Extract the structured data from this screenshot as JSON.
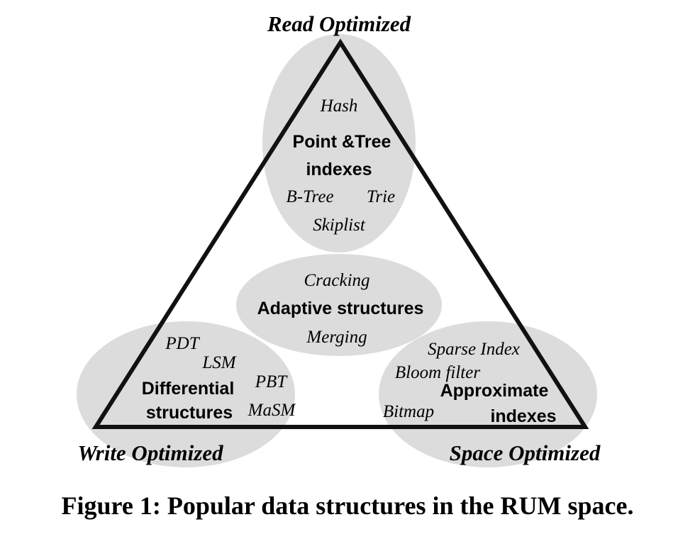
{
  "colors": {
    "ellipse_fill": "#dcdcdc",
    "triangle_stroke": "#111111",
    "text": "#000000"
  },
  "corners": {
    "read": "Read Optimized",
    "write": "Write Optimized",
    "space": "Space Optimized"
  },
  "read_group": {
    "hash": "Hash",
    "title_line1": "Point &Tree",
    "title_line2": "indexes",
    "btree": "B-Tree",
    "trie": "Trie",
    "skiplist": "Skiplist"
  },
  "adaptive_group": {
    "cracking": "Cracking",
    "title": "Adaptive structures",
    "merging": "Merging"
  },
  "write_group": {
    "pdt": "PDT",
    "lsm": "LSM",
    "pbt": "PBT",
    "masm": "MaSM",
    "title_line1": "Differential",
    "title_line2": "structures"
  },
  "space_group": {
    "sparse_index": "Sparse Index",
    "bloom_filter": "Bloom filter",
    "bitmap": "Bitmap",
    "title_line1": "Approximate",
    "title_line2": "indexes"
  },
  "caption": "Figure 1: Popular data structures in the RUM space."
}
